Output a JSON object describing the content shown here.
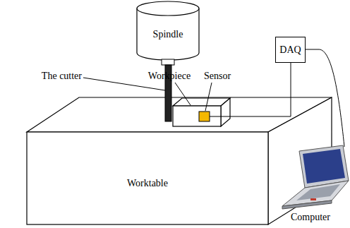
{
  "diagram": {
    "nodes": [
      {
        "text": [
          "Spindle"
        ]
      },
      {
        "text": [
          "Worktable"
        ]
      },
      {
        "text": [
          "DAQ"
        ]
      }
    ],
    "labels": [
      "The cutter",
      "Workpiece",
      "Sensor",
      "Computer"
    ]
  }
}
